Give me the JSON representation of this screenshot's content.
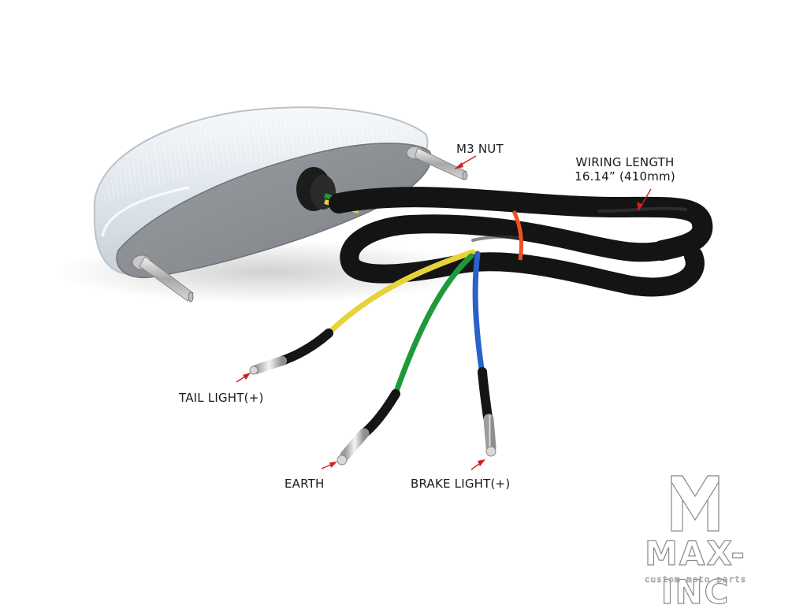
{
  "labels": {
    "m3_nut": "M3 NUT",
    "wiring_length_line1": "WIRING LENGTH",
    "wiring_length_line2": "16.14” (410mm)",
    "tail_light": "TAIL LIGHT(+)",
    "earth": "EARTH",
    "brake_light": "BRAKE LIGHT(+)"
  },
  "brand": {
    "name": "MAX-INC",
    "tagline": "custom moto parts"
  },
  "colors": {
    "annotation_arrow": "#d41f1f",
    "wire_yellow": "#e8d23a",
    "wire_green": "#1e9a3c",
    "wire_blue": "#2a62c9",
    "sheath_black": "#141414",
    "tie_orange": "#f0521e",
    "lamp_base_gray": "#8d9195",
    "lens_clear": "#e9eef2"
  },
  "icons": {
    "logo": "max-inc-m-logo-icon"
  }
}
